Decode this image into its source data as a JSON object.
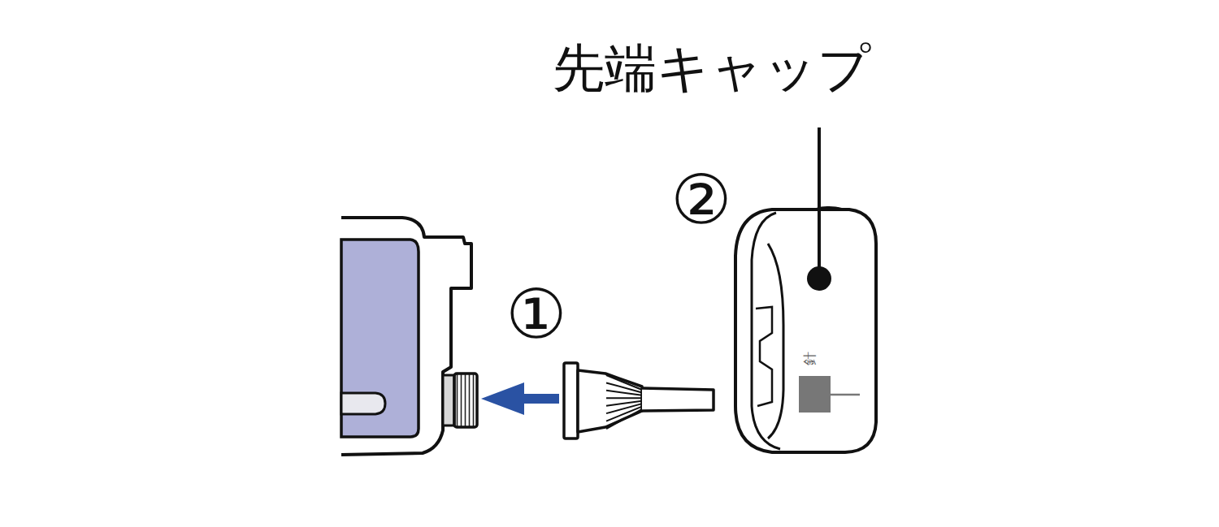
{
  "diagram": {
    "labels": [
      "先端キャップ",
      "①",
      "②",
      "針"
    ]
  }
}
